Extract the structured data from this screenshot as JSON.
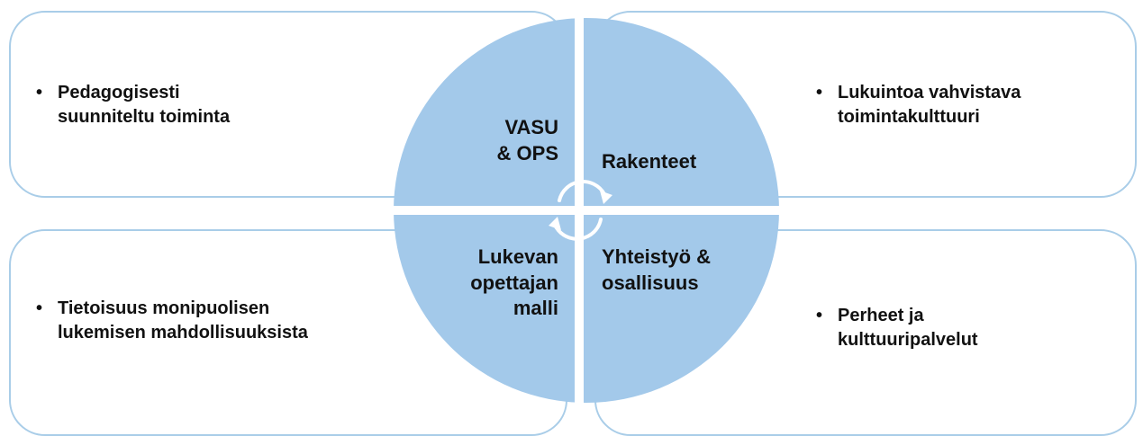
{
  "quadrants": {
    "top_left": "VASU\n& OPS",
    "top_right": "Rakenteet",
    "bottom_left": "Lukevan\nopettajan\nmalli",
    "bottom_right": "Yhteistyö &\nosallisuus"
  },
  "boxes": {
    "top_left": "Pedagogisesti\nsuunniteltu toiminta",
    "top_right": "Lukuintoa vahvistava\ntoimintakulttuuri",
    "bottom_left": "Tietoisuus monipuolisen\nlukemisen mahdollisuuksista",
    "bottom_right": "Perheet ja\nkulttuuripalvelut"
  },
  "bullet_char": "•",
  "colors": {
    "circle_fill": "#a3c9ea",
    "box_border": "#a9cde8",
    "cycle_icon": "#ffffff",
    "text": "#111111"
  },
  "center_icon": "cycle-arrows-icon"
}
